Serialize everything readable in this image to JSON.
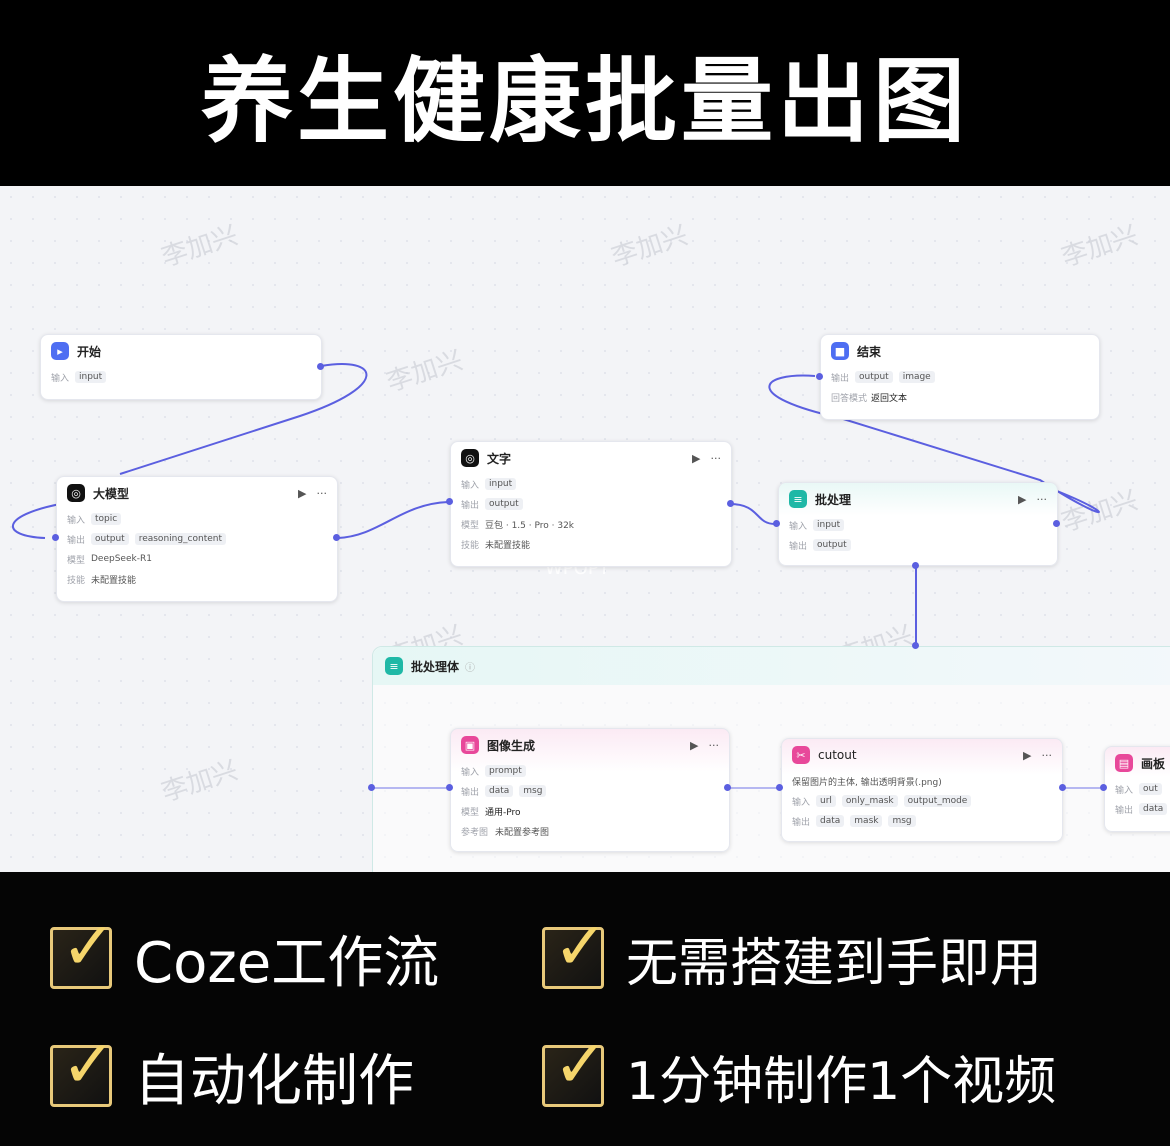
{
  "banner": {
    "title": "养生健康批量出图"
  },
  "watermark": {
    "text": "李加兴",
    "brand": "WPOPT"
  },
  "nodes": {
    "start": {
      "title": "开始",
      "input_label": "输入",
      "input_tag": "input"
    },
    "llm": {
      "title": "大模型",
      "input_label": "输入",
      "input_tag": "topic",
      "output_label": "输出",
      "output_tags": [
        "output",
        "reasoning_content"
      ],
      "model_label": "模型",
      "model": "DeepSeek-R1",
      "skill_label": "技能",
      "skill": "未配置技能"
    },
    "text": {
      "title": "文字",
      "input_label": "输入",
      "input_tag": "input",
      "output_label": "输出",
      "output_tag": "output",
      "model_label": "模型",
      "model": "豆包 · 1.5 · Pro · 32k",
      "skill_label": "技能",
      "skill": "未配置技能"
    },
    "end": {
      "title": "结束",
      "output_label": "输出",
      "output_tags": [
        "output",
        "image"
      ],
      "mode_label": "回答模式",
      "mode": "返回文本"
    },
    "batch": {
      "title": "批处理",
      "input_label": "输入",
      "input_tag": "input",
      "output_label": "输出",
      "output_tag": "output"
    },
    "batch_body": {
      "title": "批处理体"
    },
    "imagegen": {
      "title": "图像生成",
      "input_label": "输入",
      "input_tag": "prompt",
      "output_label": "输出",
      "output_tags": [
        "data",
        "msg"
      ],
      "model_label": "模型",
      "model": "通用-Pro",
      "ref_label": "参考图",
      "ref": "未配置参考图"
    },
    "cutout": {
      "title": "cutout",
      "desc": "保留图片的主体, 输出透明背景(.png)",
      "input_label": "输入",
      "input_tags": [
        "url",
        "only_mask",
        "output_mode"
      ],
      "output_label": "输出",
      "output_tags": [
        "data",
        "mask",
        "msg"
      ]
    },
    "canvas": {
      "title": "画板",
      "input_label": "输入",
      "input_tag": "out",
      "output_label": "输出",
      "output_tag": "data"
    }
  },
  "icons": {
    "play": "▶",
    "more": "···"
  },
  "features": [
    {
      "text": "Coze工作流",
      "icon": "check-icon"
    },
    {
      "text": "无需搭建到手即用",
      "icon": "check-icon"
    },
    {
      "text": "自动化制作",
      "icon": "check-icon"
    },
    {
      "text": "1分钟制作1个视频",
      "icon": "check-icon"
    }
  ],
  "colors": {
    "accent": "#5b5fe0",
    "check": "#f5d56b",
    "teal": "#1fb8a6",
    "pink": "#e8489a"
  }
}
